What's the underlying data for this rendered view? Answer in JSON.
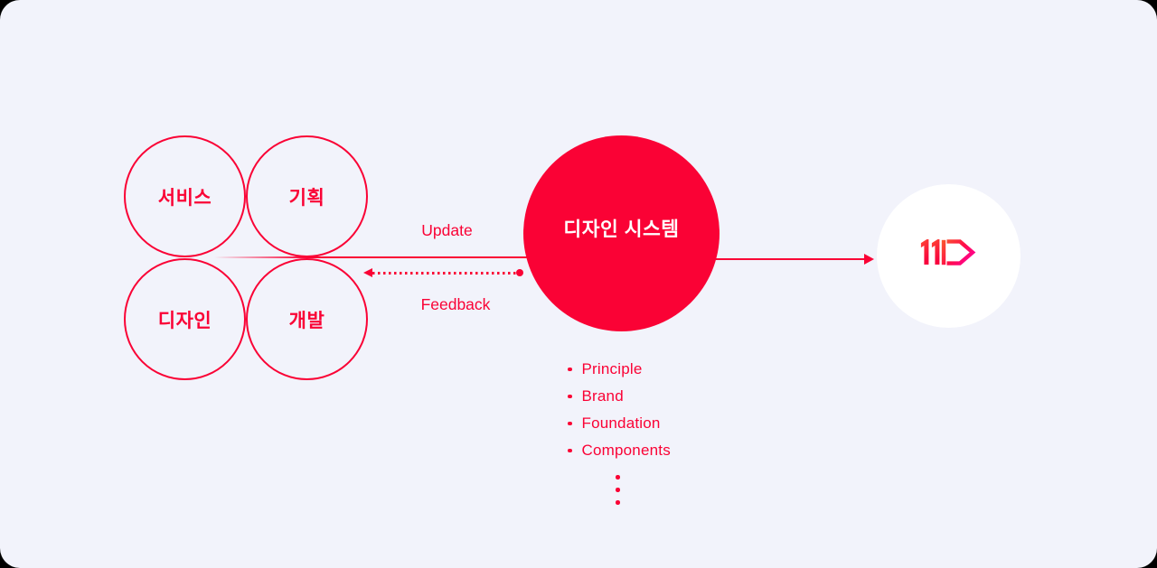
{
  "colors": {
    "accent": "#FA0235",
    "background": "#F2F3FB",
    "outside": "#000000",
    "system_circle_fill": "#FA0235",
    "system_circle_text": "#FFFFFF",
    "partner_circle_fill": "#FFFFFF",
    "logo_gradient": [
      "#FA5430",
      "#FF0D47",
      "#FF00A3"
    ]
  },
  "team_circles": [
    {
      "label": "서비스"
    },
    {
      "label": "기획"
    },
    {
      "label": "디자인"
    },
    {
      "label": "개발"
    }
  ],
  "system_circle": {
    "label": "디자인 시스템"
  },
  "flows": {
    "update": "Update",
    "feedback": "Feedback"
  },
  "logo": {
    "digits": "11",
    "name": "11st"
  },
  "deliverables": {
    "items": [
      "Principle",
      "Brand",
      "Foundation",
      "Components"
    ],
    "ellipsis": "vertical-dots"
  }
}
